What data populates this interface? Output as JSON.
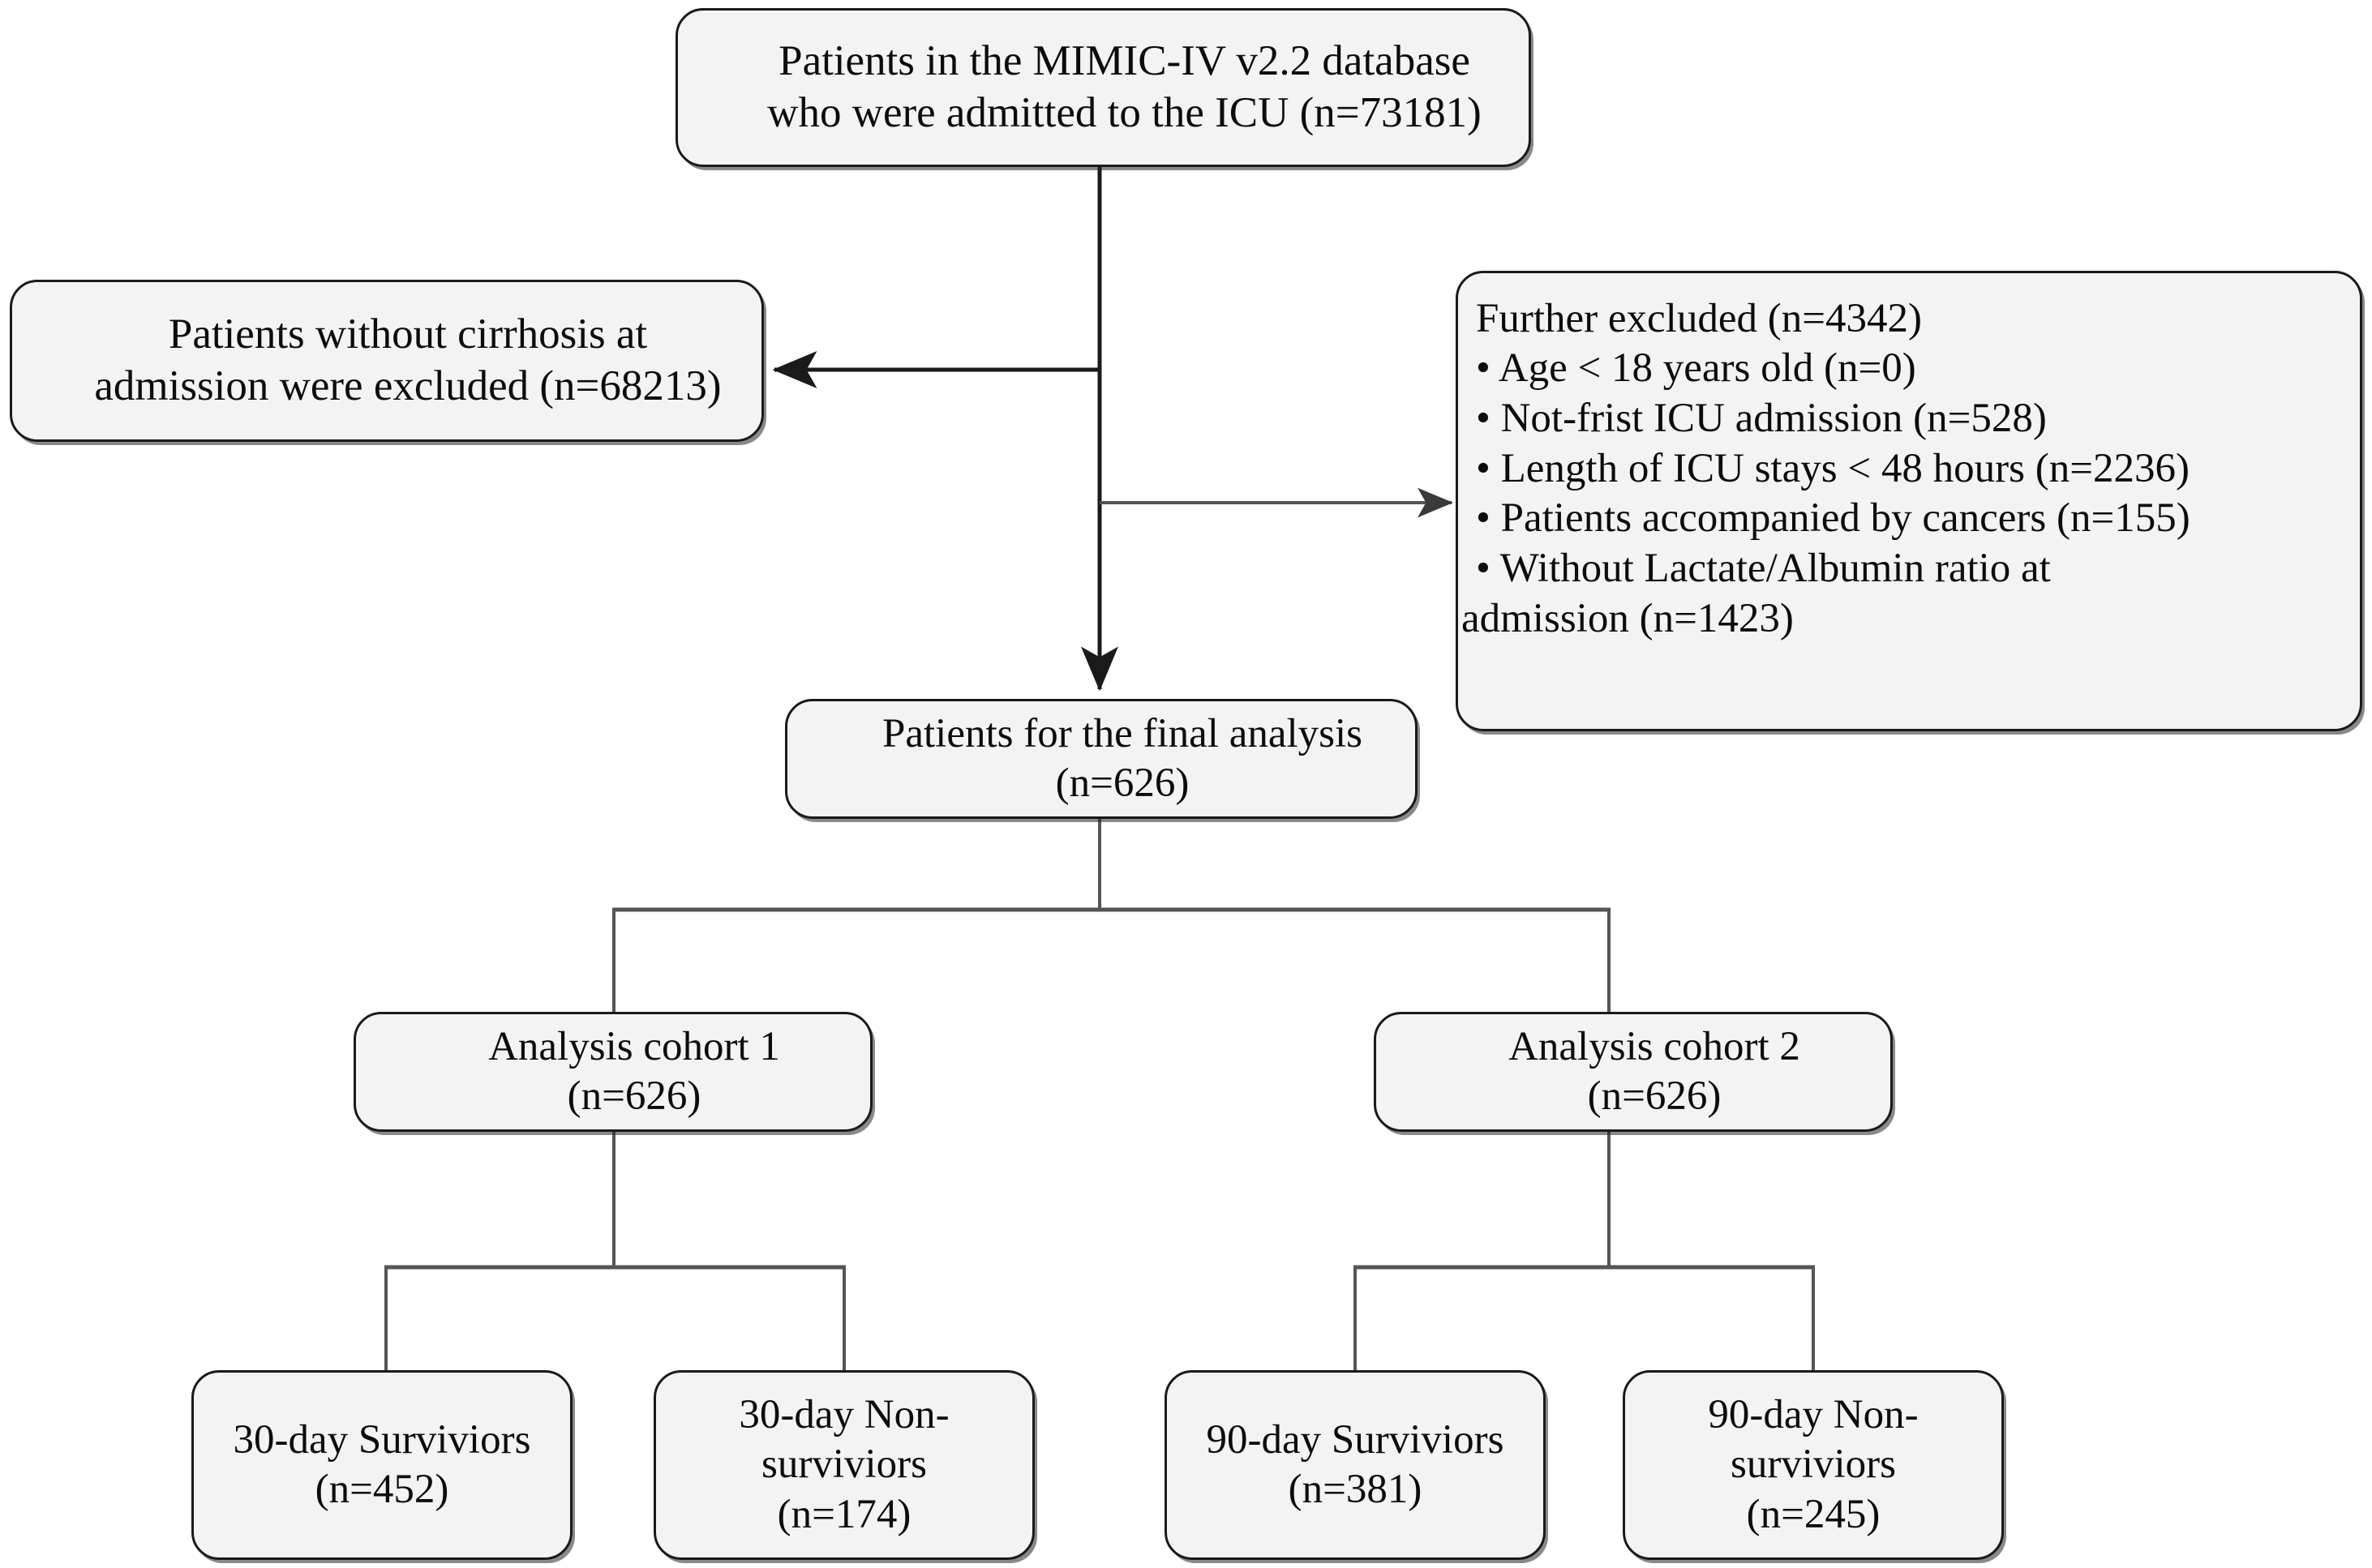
{
  "diagram": {
    "title": "Patient selection flow diagram",
    "colors": {
      "node_fill": "#f3f3f3",
      "node_border": "#1a1a1a",
      "edge": "#1a1a1a",
      "edge_light": "#7a7a7a",
      "background": "#ffffff",
      "text": "#0c0c0c"
    }
  },
  "nodes": {
    "source": {
      "id": "source-cohort",
      "lines": [
        "Patients in the MIMIC-IV v2.2 database",
        "who were admitted to the ICU (n=73181)"
      ]
    },
    "excluded_cirrhosis": {
      "id": "excluded-no-cirrhosis",
      "lines": [
        "Patients without cirrhosis at",
        "admission were excluded (n=68213)"
      ]
    },
    "further_excluded": {
      "id": "further-excluded",
      "heading": "Further excluded (n=4342)",
      "bullets": [
        "• Age < 18 years old (n=0)",
        "• Not-frist ICU admission (n=528)",
        "• Length of ICU stays < 48 hours (n=2236)",
        "• Patients accompanied by cancers (n=155)",
        "• Without Lactate/Albumin ratio at",
        "admission (n=1423)"
      ]
    },
    "final_analysis": {
      "id": "final-analysis",
      "lines": [
        "Patients for the final analysis",
        "(n=626)"
      ]
    },
    "cohort1": {
      "id": "analysis-cohort-1",
      "lines": [
        "Analysis cohort 1",
        "(n=626)"
      ]
    },
    "cohort2": {
      "id": "analysis-cohort-2",
      "lines": [
        "Analysis cohort 2",
        "(n=626)"
      ]
    },
    "survivors30": {
      "id": "survivors-30-day",
      "lines": [
        "30-day Surviviors",
        "(n=452)"
      ]
    },
    "nonsurvivors30": {
      "id": "non-survivors-30-day",
      "lines": [
        "30-day Non-",
        "surviviors",
        "(n=174)"
      ]
    },
    "survivors90": {
      "id": "survivors-90-day",
      "lines": [
        "90-day Surviviors",
        "(n=381)"
      ]
    },
    "nonsurvivors90": {
      "id": "non-survivors-90-day",
      "lines": [
        "90-day Non-",
        "surviviors",
        "(n=245)"
      ]
    }
  }
}
